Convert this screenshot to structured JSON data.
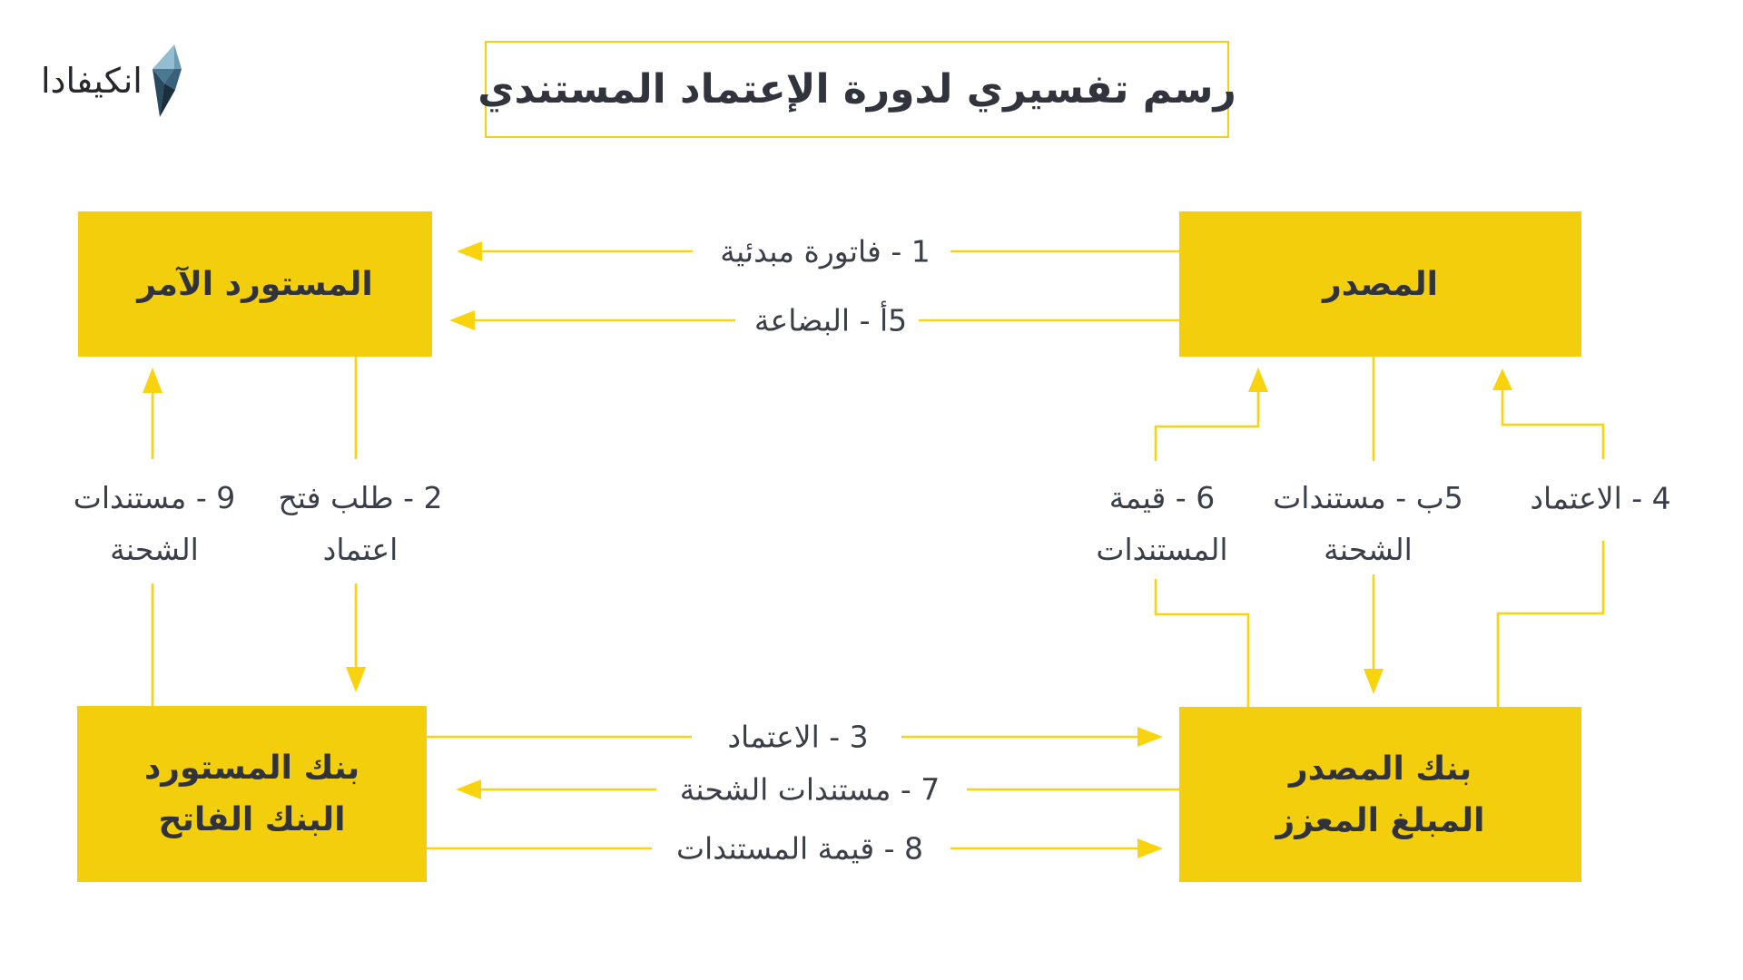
{
  "title": {
    "text": "رسم تفسيري لدورة الإعتماد المستندي"
  },
  "branding": {
    "logo_text": "انكيفادا"
  },
  "colors": {
    "node_fill": "#F3CE0C",
    "edge_line": "#F9D40E",
    "title_border": "#F6D00C",
    "dark_text": "#30333C",
    "label_text": "#3A3E48",
    "logo_gem_facets": [
      "#94BDD2",
      "#6C9BB4",
      "#4A7893",
      "#39617B",
      "#2A4A5E",
      "#1A2F3C"
    ]
  },
  "nodes": {
    "importer": {
      "title": "المستورد الآمر"
    },
    "exporter": {
      "title": "المصدر"
    },
    "importer_bank": {
      "line1": "بنك المستورد",
      "line2": "البنك الفاتح"
    },
    "exporter_bank": {
      "line1": "بنك المصدر",
      "line2": "المبلغ المعزز"
    }
  },
  "edges": {
    "e1": {
      "label": "1 - فاتورة مبدئية",
      "from": "exporter",
      "to": "importer"
    },
    "e5a": {
      "label": "5أ - البضاعة",
      "from": "exporter",
      "to": "importer"
    },
    "e9": {
      "line1": "9 - مستندات",
      "line2": "الشحنة",
      "from": "importer_bank",
      "to": "importer"
    },
    "e2": {
      "line1": "2 - طلب فتح",
      "line2": "اعتماد",
      "from": "importer",
      "to": "importer_bank"
    },
    "e6": {
      "line1": "6 - قيمة",
      "line2": "المستندات",
      "from": "exporter_bank",
      "to": "exporter"
    },
    "e5b": {
      "line1": "5ب - مستندات",
      "line2": "الشحنة",
      "from": "exporter",
      "to": "exporter_bank"
    },
    "e4": {
      "label": "4 - الاعتماد",
      "from": "exporter_bank",
      "to": "exporter"
    },
    "e3": {
      "label": "3 - الاعتماد",
      "from": "importer_bank",
      "to": "exporter_bank"
    },
    "e7": {
      "label": "7 - مستندات الشحنة",
      "from": "exporter_bank",
      "to": "importer_bank"
    },
    "e8": {
      "label": "8 - قيمة المستندات",
      "from": "importer_bank",
      "to": "exporter_bank"
    }
  }
}
